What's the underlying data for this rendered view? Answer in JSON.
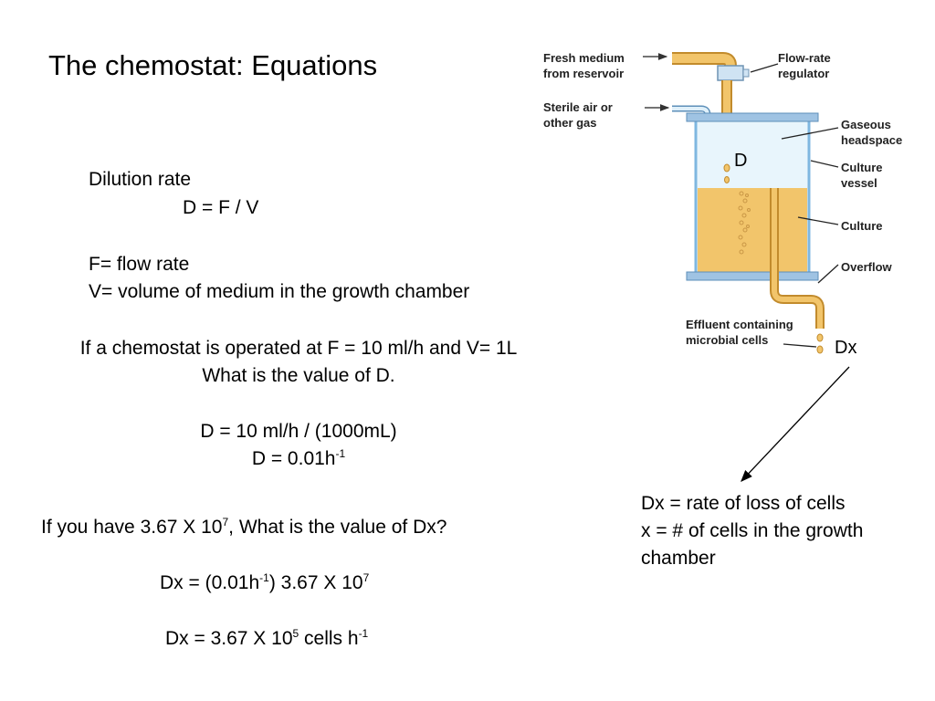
{
  "title": "The chemostat: Equations",
  "dilution": {
    "heading": "Dilution rate",
    "formula": "D = F / V",
    "f_def": "F= flow rate",
    "v_def": "V= volume of medium in the growth chamber"
  },
  "question1": {
    "line1": "If a chemostat is operated at F = 10 ml/h and V= 1L",
    "line2": "What is the value of D.",
    "calc1": "D =  10 ml/h / (1000mL)",
    "calc2_base": "D = 0.01h",
    "calc2_exp": "-1"
  },
  "question2": {
    "prefix": "If you have 3.67 X 10",
    "exp": "7",
    "suffix": ", What is the value of Dx?",
    "calc1_a": "Dx = (0.01h",
    "calc1_exp1": "-1",
    "calc1_b": ") 3.67 X 10",
    "calc1_exp2": "7",
    "calc2_a": "Dx = 3.67 X 10",
    "calc2_exp1": "5",
    "calc2_b": " cells h",
    "calc2_exp2": "-1"
  },
  "definitions": {
    "line1": "Dx = rate of loss of cells",
    "line2": "x = # of cells in the growth",
    "line3": "chamber"
  },
  "diagram": {
    "fresh_medium_1": "Fresh medium",
    "fresh_medium_2": "from reservoir",
    "flow_rate_1": "Flow-rate",
    "flow_rate_2": "regulator",
    "sterile_air_1": "Sterile air or",
    "sterile_air_2": "other gas",
    "headspace_1": "Gaseous",
    "headspace_2": "headspace",
    "vessel_1": "Culture",
    "vessel_2": "vessel",
    "culture": "Culture",
    "overflow": "Overflow",
    "effluent_1": "Effluent containing",
    "effluent_2": "microbial cells",
    "d_label": "D",
    "dx_label": "Dx",
    "colors": {
      "medium": "#f2c56b",
      "tube_outline": "#c28b2c",
      "vessel_glass": "#dff0fa",
      "vessel_blue": "#7fb7e0",
      "cap": "#9fc3e3"
    }
  }
}
